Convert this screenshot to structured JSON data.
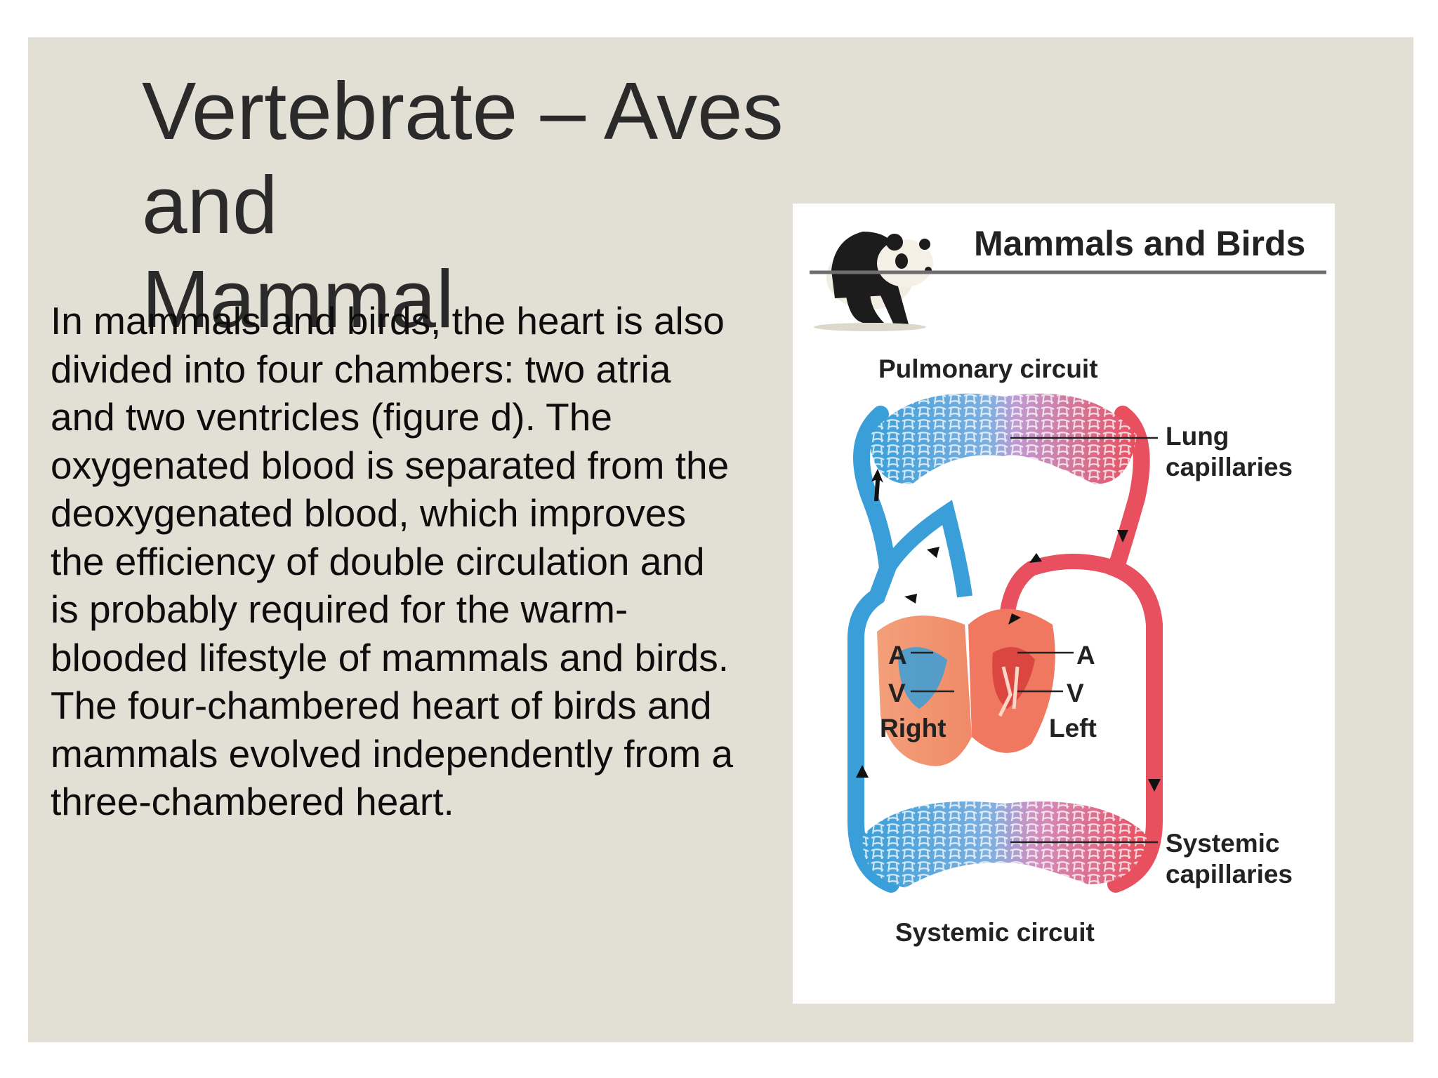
{
  "slide": {
    "title": "Vertebrate – Aves and\nMammal",
    "body": "In mammals and birds, the heart is also divided into four chambers: two atria and two ventricles (figure d). The oxygenated blood is separated from the deoxygenated blood, which improves the efficiency of double circulation and is probably required for the warm-blooded lifestyle of mammals and birds. The four-chambered heart of birds and mammals evolved independently from a three-chambered heart."
  },
  "figure": {
    "heading": "Mammals and Birds",
    "pulmonary_label": "Pulmonary circuit",
    "lung_label": "Lung capillaries",
    "systemic_cap_label": "Systemic capillaries",
    "systemic_label": "Systemic circuit",
    "right_atrium": "A",
    "right_ventricle": "V",
    "right_label": "Right",
    "left_atrium": "A",
    "left_ventricle": "V",
    "left_label": "Left"
  },
  "colors": {
    "background": "#e2dfd4",
    "oxygenated": "#e8505f",
    "deoxygenated": "#3a9fd8"
  },
  "icons": [
    "panda-illustration",
    "circulation-diagram"
  ]
}
